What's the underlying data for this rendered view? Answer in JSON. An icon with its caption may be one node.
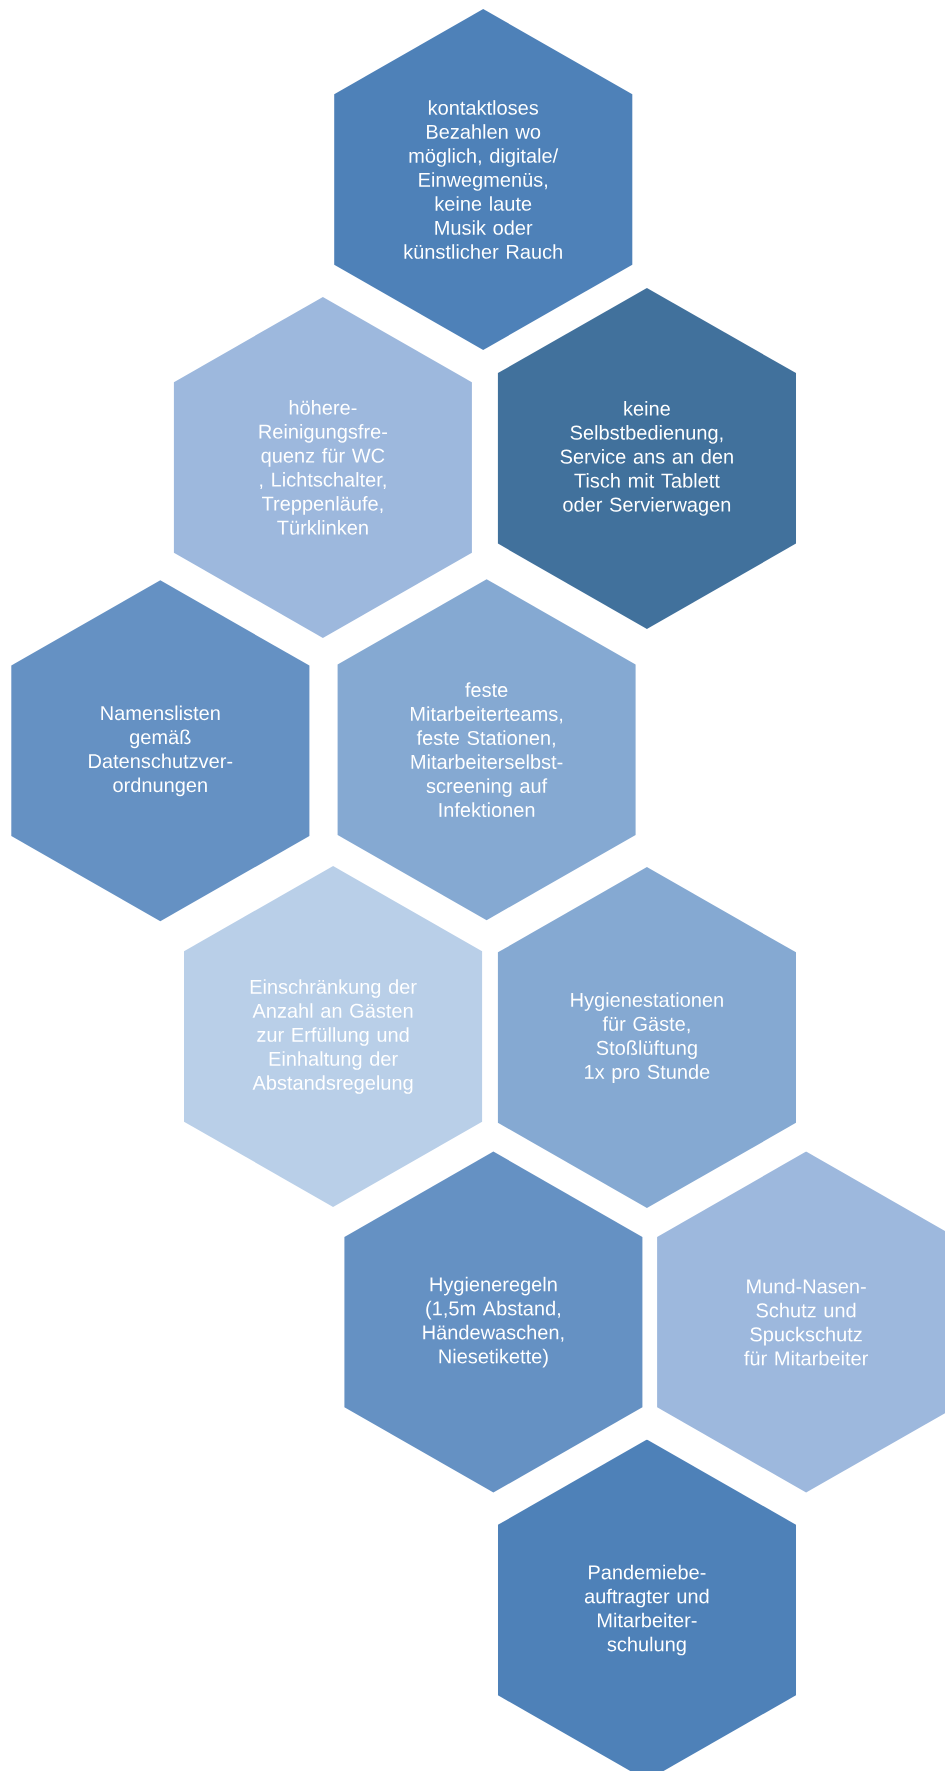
{
  "diagram": {
    "nodes": [
      {
        "text": [
          "kontaktloses Bezahlen wo möglich, digitale/ Einwegmenüs, keine laute Musik oder künstlicher Rauch"
        ]
      },
      {
        "text": [
          "höhere- Reinigungsfre- quenz für WC , Lichtschalter, Treppenläufe, Türklinken"
        ]
      },
      {
        "text": [
          "keine Selbstbedienung, Service ans an den Tisch mit Tablett oder Servierwagen"
        ]
      },
      {
        "text": [
          "Namenslisten gemäß Datenschutzver- ordnungen"
        ]
      },
      {
        "text": [
          "feste Mitarbeiterteams, feste Stationen, Mitarbeiterselbst- screening auf Infektionen"
        ]
      },
      {
        "text": [
          "Einschränkung der Anzahl an Gästen zur Erfüllung und Einhaltung der Abstandsregelung"
        ]
      },
      {
        "text": [
          "Hygienestationen für Gäste, Stoßlüftung 1x pro Stunde"
        ]
      },
      {
        "text": [
          "Hygieneregeln (1,5m Abstand, Händewaschen, Niesetikette)"
        ]
      },
      {
        "text": [
          "Mund-Nasen- Schutz und Spuckschutz für Mitarbeiter"
        ]
      },
      {
        "text": [
          "Pandemiebe- auftragter und Mitarbeiter- schulung"
        ]
      }
    ]
  }
}
